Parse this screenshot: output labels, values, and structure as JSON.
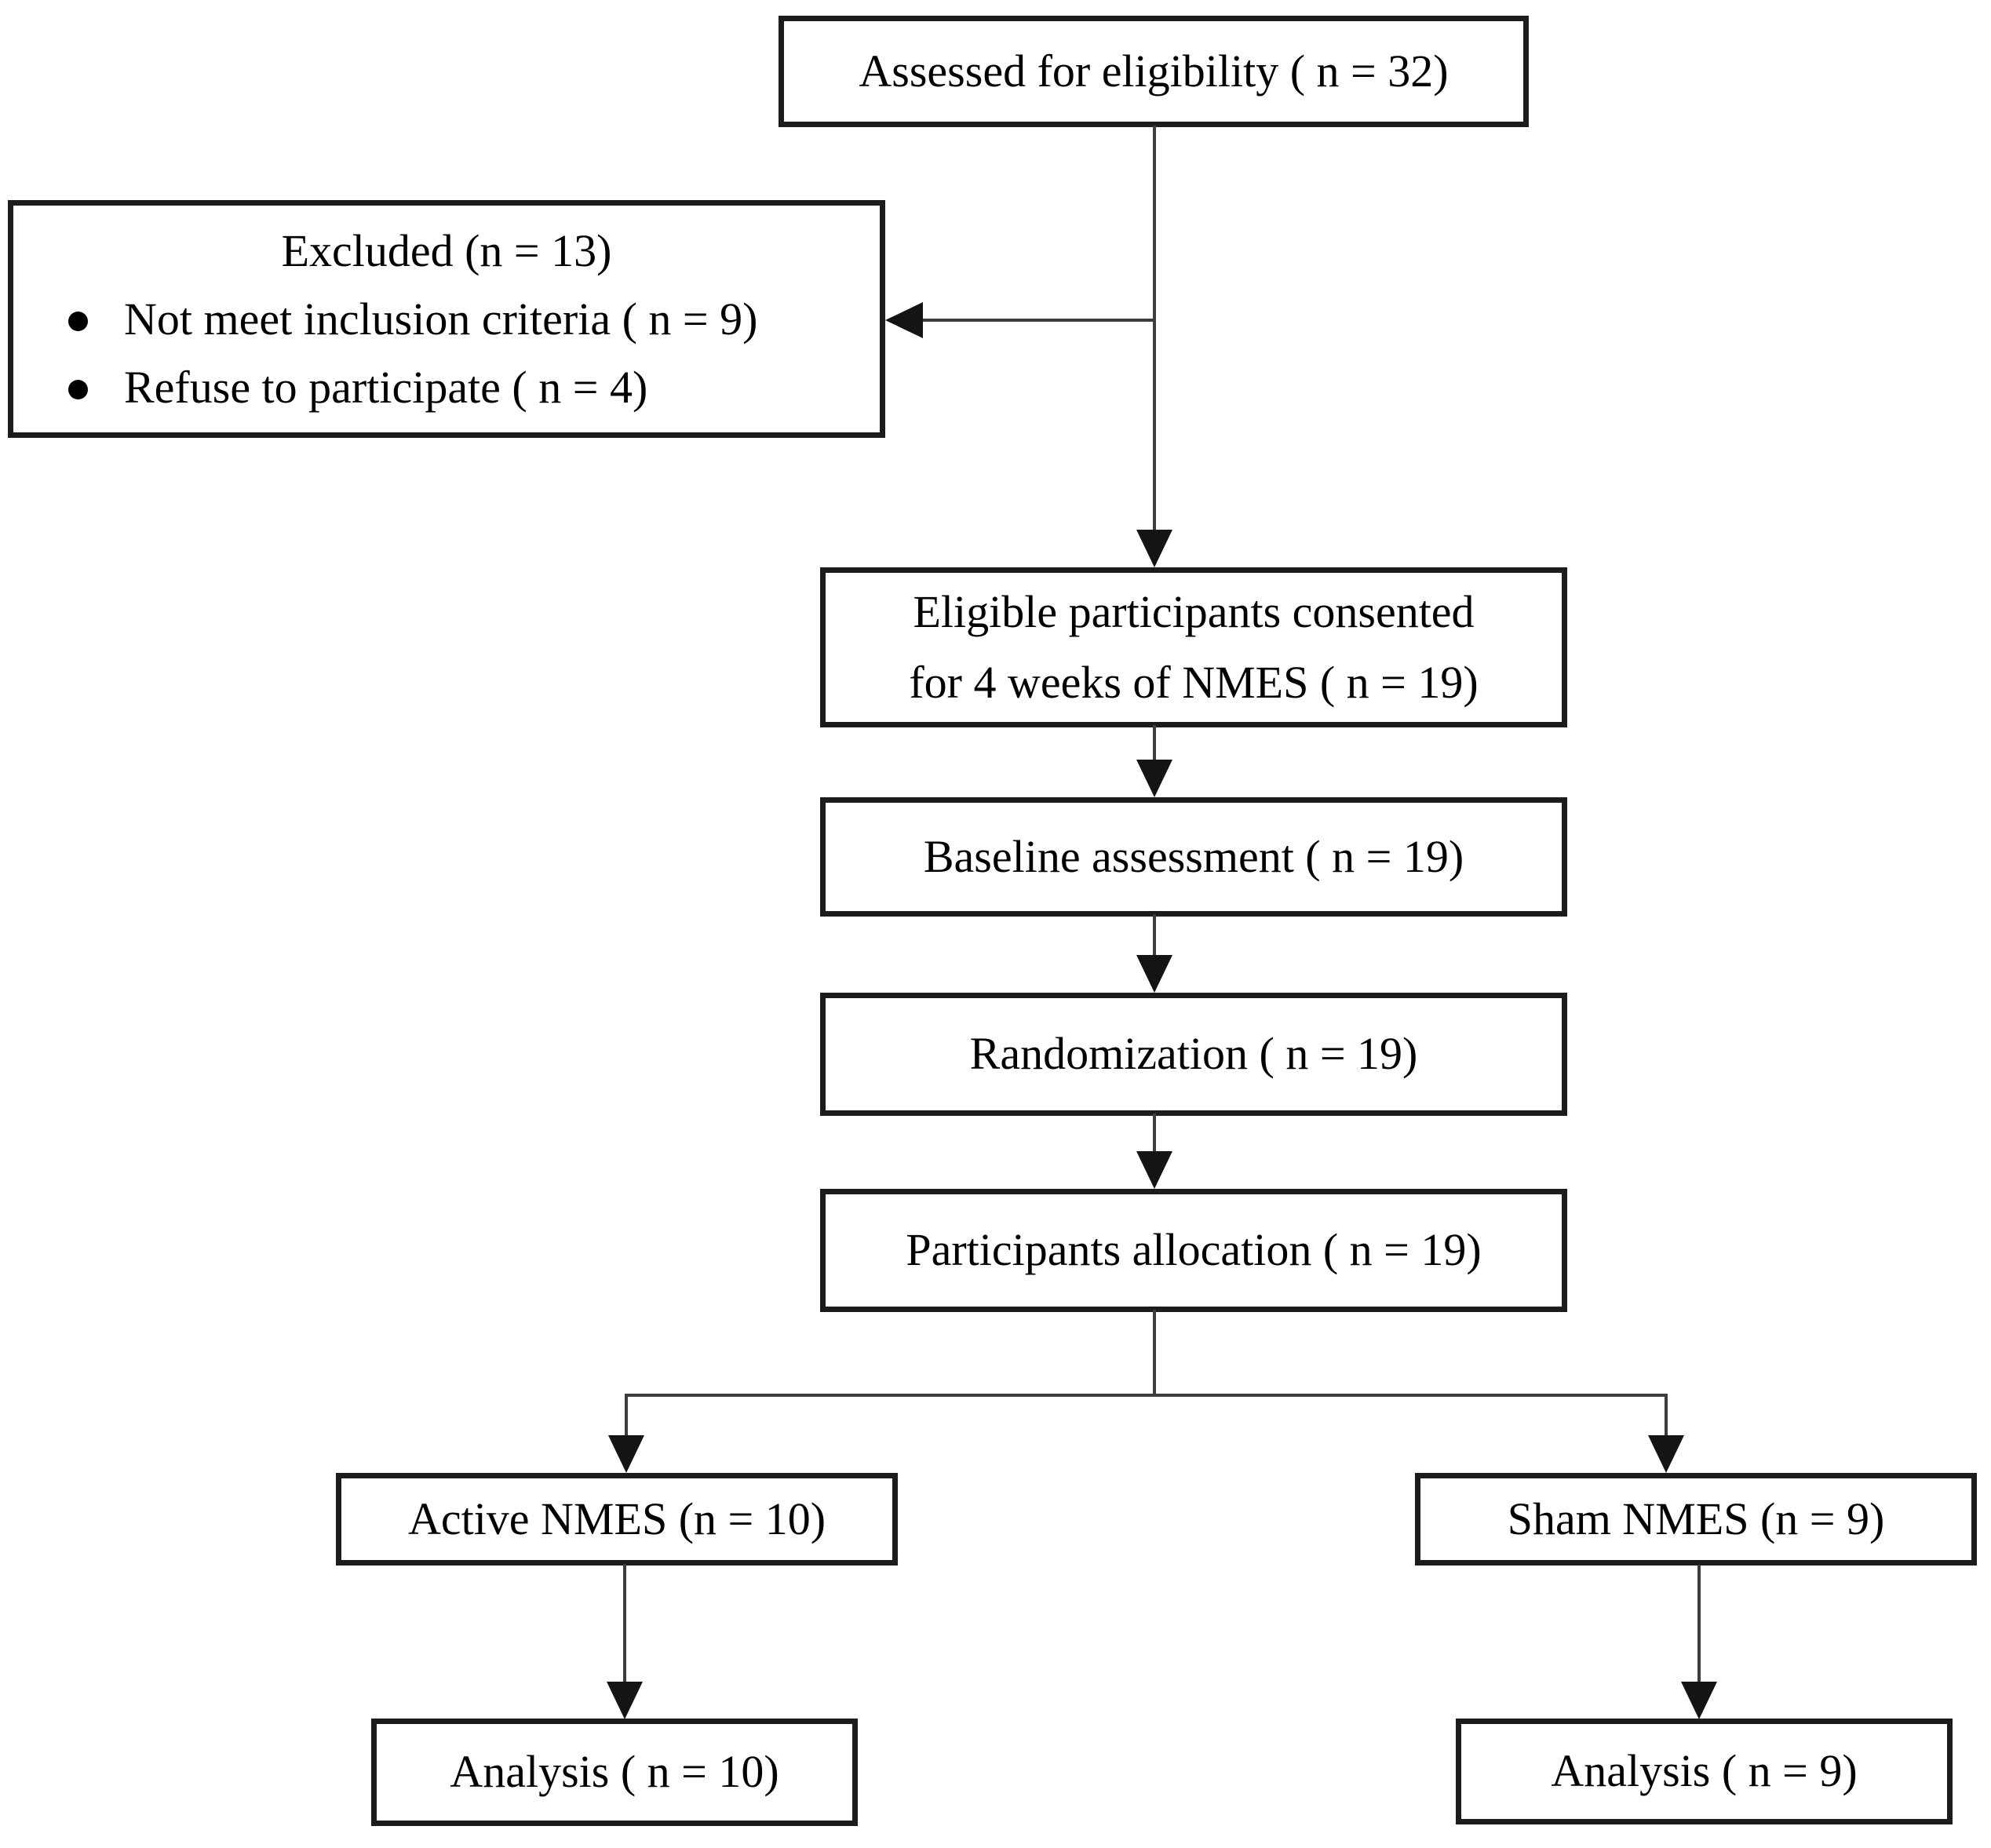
{
  "diagram": {
    "assessed": {
      "label": "Assessed for eligibility ( n = 32)"
    },
    "excluded": {
      "title": "Excluded (n = 13)",
      "bullets": [
        "Not meet inclusion criteria ( n = 9)",
        "Refuse to participate ( n = 4)"
      ]
    },
    "eligible": {
      "lines": [
        "Eligible participants consented",
        "for 4 weeks of NMES  ( n = 19)"
      ]
    },
    "baseline": {
      "label": "Baseline assessment ( n = 19)"
    },
    "randomization": {
      "label": "Randomization ( n = 19)"
    },
    "allocation": {
      "label": "Participants allocation ( n = 19)"
    },
    "active": {
      "label": "Active NMES (n = 10)"
    },
    "sham": {
      "label": "Sham NMES (n = 9)"
    },
    "analysis_active": {
      "label": "Analysis ( n = 10)"
    },
    "analysis_sham": {
      "label": "Analysis ( n = 9)"
    },
    "colors": {
      "box_border": "#1c1c1c",
      "line": "#3d3d3d",
      "arrowhead": "#141414",
      "text": "#000000",
      "background": "#ffffff"
    }
  }
}
